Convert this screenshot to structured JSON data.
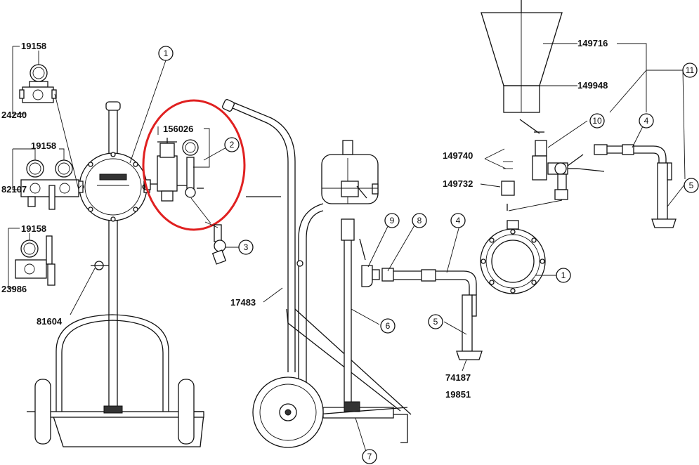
{
  "diagram": {
    "part_numbers": {
      "p19158_a": "19158",
      "p24240": "24240",
      "p19158_b": "19158",
      "p82107": "82107",
      "p19158_c": "19158",
      "p23986": "23986",
      "p81604": "81604",
      "p156026": "156026",
      "p17483": "17483",
      "p149716": "149716",
      "p149948": "149948",
      "p149740": "149740",
      "p149732": "149732",
      "p74187": "74187",
      "p19851": "19851"
    },
    "callouts": {
      "c1_left": "1",
      "c2": "2",
      "c3": "3",
      "c6": "6",
      "c7": "7",
      "c9": "9",
      "c8": "8",
      "c4_mid": "4",
      "c1_right": "1",
      "c5_mid": "5",
      "c11": "11",
      "c10": "10",
      "c4_right": "4",
      "c5_right": "5"
    },
    "highlight_color": "#e02020"
  }
}
